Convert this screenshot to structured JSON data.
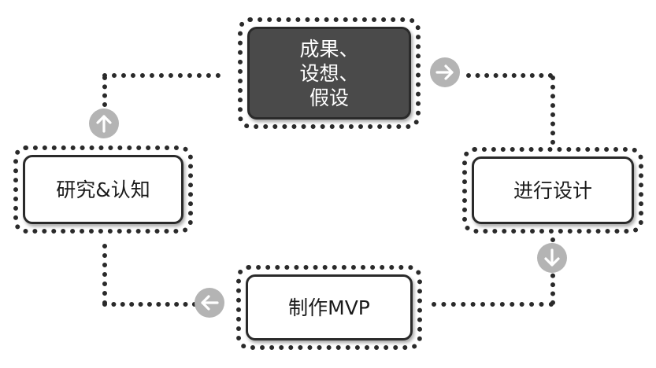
{
  "diagram": {
    "nodes": {
      "outcome": {
        "lines": [
          "成果、",
          "设想、",
          "假设"
        ]
      },
      "design": {
        "label": "进行设计"
      },
      "mvp": {
        "label": "制作MVP"
      },
      "research": {
        "label": "研究&认知"
      }
    },
    "arrows": [
      {
        "direction": "right",
        "icon": "arrow-right-icon"
      },
      {
        "direction": "down",
        "icon": "arrow-down-icon"
      },
      {
        "direction": "left",
        "icon": "arrow-left-icon"
      },
      {
        "direction": "up",
        "icon": "arrow-up-icon"
      }
    ],
    "colors": {
      "dark_node_fill": "#4a4a4a",
      "arrow_badge": "#b4b4b4",
      "stroke": "#2a2a2a"
    }
  }
}
